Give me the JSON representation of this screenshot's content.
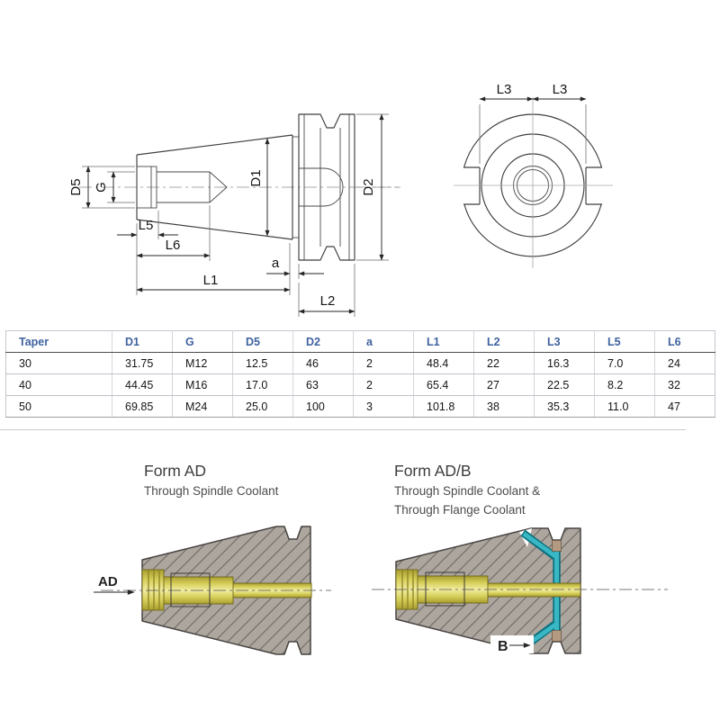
{
  "drawing": {
    "side_view": {
      "labels": {
        "d5": "D5",
        "g": "G",
        "d1": "D1",
        "d2": "D2",
        "a": "a",
        "l5": "L5",
        "l6": "L6",
        "l1": "L1",
        "l2": "L2"
      }
    },
    "front_view": {
      "labels": {
        "l3_left": "L3",
        "l3_right": "L3"
      }
    }
  },
  "table": {
    "columns": [
      "Taper",
      "D1",
      "G",
      "D5",
      "D2",
      "a",
      "L1",
      "L2",
      "L3",
      "L5",
      "L6"
    ],
    "rows": [
      [
        "30",
        "31.75",
        "M12",
        "12.5",
        "46",
        "2",
        "48.4",
        "22",
        "16.3",
        "7.0",
        "24"
      ],
      [
        "40",
        "44.45",
        "M16",
        "17.0",
        "63",
        "2",
        "65.4",
        "27",
        "22.5",
        "8.2",
        "32"
      ],
      [
        "50",
        "69.85",
        "M24",
        "25.0",
        "100",
        "3",
        "101.8",
        "38",
        "35.3",
        "11.0",
        "47"
      ]
    ]
  },
  "forms": {
    "ad": {
      "title": "Form AD",
      "subtitle": "Through Spindle Coolant",
      "callout": "AD"
    },
    "adb": {
      "title": "Form AD/B",
      "subtitle_line1": "Through Spindle Coolant &",
      "subtitle_line2": "Through Flange Coolant",
      "callout": "B"
    }
  },
  "colors": {
    "table_header_text": "#3f62a0",
    "spindle_coolant_yellow": "#d9d250",
    "flange_coolant_teal": "#2fadbb",
    "body_gray": "#aca69f"
  }
}
